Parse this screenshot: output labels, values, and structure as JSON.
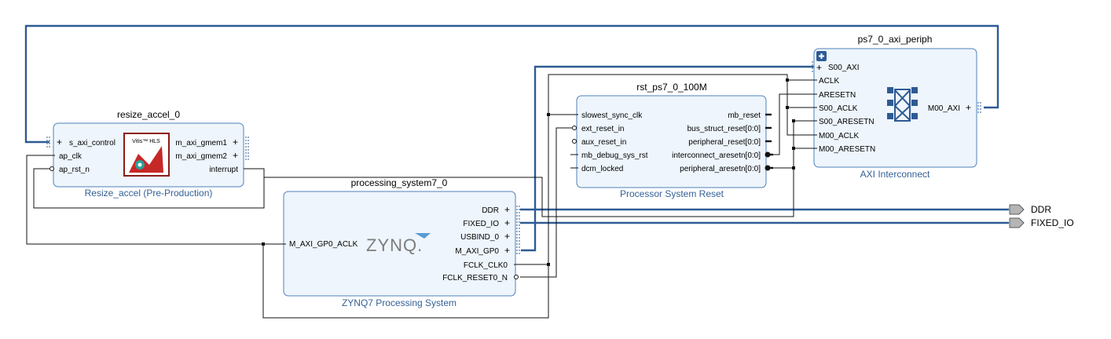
{
  "blocks": {
    "resize": {
      "name": "resize_accel_0",
      "subtitle": "Resize_accel (Pre-Production)",
      "logo_text": "Vitis™ HLS",
      "pins_left": [
        "s_axi_control",
        "ap_clk",
        "ap_rst_n"
      ],
      "pins_right": [
        "m_axi_gmem1",
        "m_axi_gmem2",
        "interrupt"
      ]
    },
    "ps7": {
      "name": "processing_system7_0",
      "subtitle": "ZYNQ7 Processing System",
      "logo_text": "ZYNQ.",
      "pins_left": [
        "M_AXI_GP0_ACLK"
      ],
      "pins_right": [
        "DDR",
        "FIXED_IO",
        "USBIND_0",
        "M_AXI_GP0",
        "FCLK_CLK0",
        "FCLK_RESET0_N"
      ]
    },
    "rst": {
      "name": "rst_ps7_0_100M",
      "subtitle": "Processor System Reset",
      "pins_left": [
        "slowest_sync_clk",
        "ext_reset_in",
        "aux_reset_in",
        "mb_debug_sys_rst",
        "dcm_locked"
      ],
      "pins_right": [
        "mb_reset",
        "bus_struct_reset[0:0]",
        "peripheral_reset[0:0]",
        "interconnect_aresetn[0:0]",
        "peripheral_aresetn[0:0]"
      ]
    },
    "axi": {
      "name": "ps7_0_axi_periph",
      "subtitle": "AXI Interconnect",
      "pins_left": [
        "S00_AXI",
        "ACLK",
        "ARESETN",
        "S00_ACLK",
        "S00_ARESETN",
        "M00_ACLK",
        "M00_ARESETN"
      ],
      "pins_right": [
        "M00_AXI"
      ]
    }
  },
  "ports": [
    "DDR",
    "FIXED_IO"
  ],
  "colors": {
    "block_fill": "#eef5fc",
    "block_border": "#4f82ba",
    "bus": "#2e5b94",
    "subtitle": "#356096",
    "logo_border": "#8b1a1a"
  }
}
